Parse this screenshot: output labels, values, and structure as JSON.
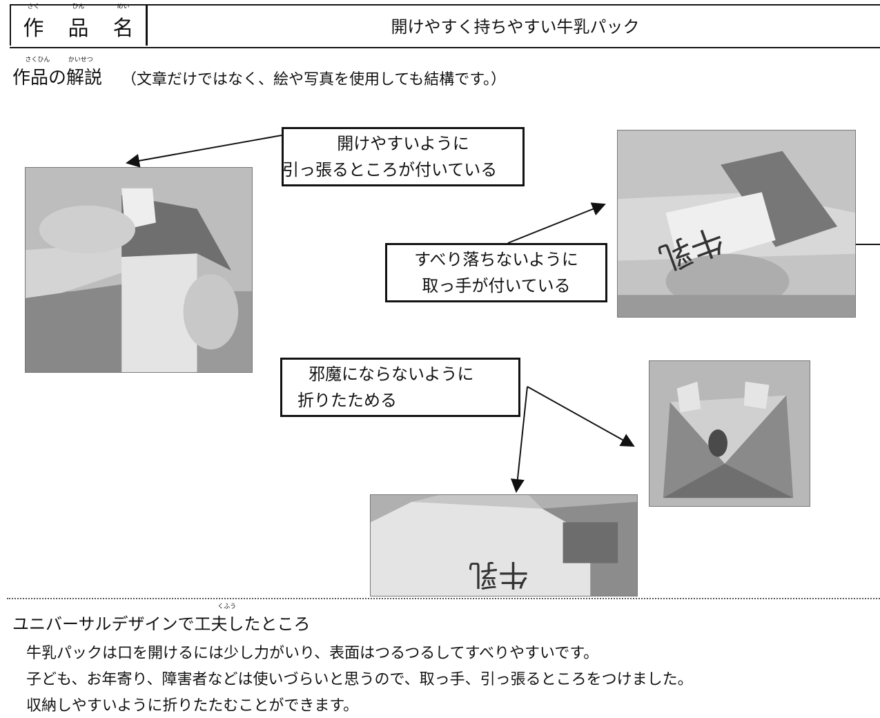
{
  "header": {
    "label_chars": [
      "作",
      "品",
      "名"
    ],
    "label_ruby": [
      "さく",
      "ひん",
      "めい"
    ],
    "title": "開けやすく持ちやすい牛乳パック"
  },
  "explanation": {
    "heading": "作品の解説",
    "heading_ruby": [
      "さくひん",
      "かいせつ"
    ],
    "note": "（文章だけではなく、絵や写真を使用しても結構です。）"
  },
  "callouts": {
    "pull": {
      "line1": "開けやすいように",
      "line2": "引っ張るところが付いている"
    },
    "handle": {
      "line1": "すべり落ちないように",
      "line2": "取っ手が付いている"
    },
    "fold": {
      "line1": "邪魔にならないように",
      "line2": "折りたためる"
    }
  },
  "photo_text": {
    "carton_label": "牛乳"
  },
  "universal_design": {
    "heading": "ユニバーサルデザインで工夫したところ",
    "heading_ruby": "くふう",
    "lines": [
      "牛乳パックは口を開けるには少し力がいり、表面はつるつるしてすべりやすいです。",
      "子ども、お年寄り、障害者などは使いづらいと思うので、取っ手、引っ張るところをつけました。",
      "収納しやすいように折りたたむことができます。"
    ]
  }
}
